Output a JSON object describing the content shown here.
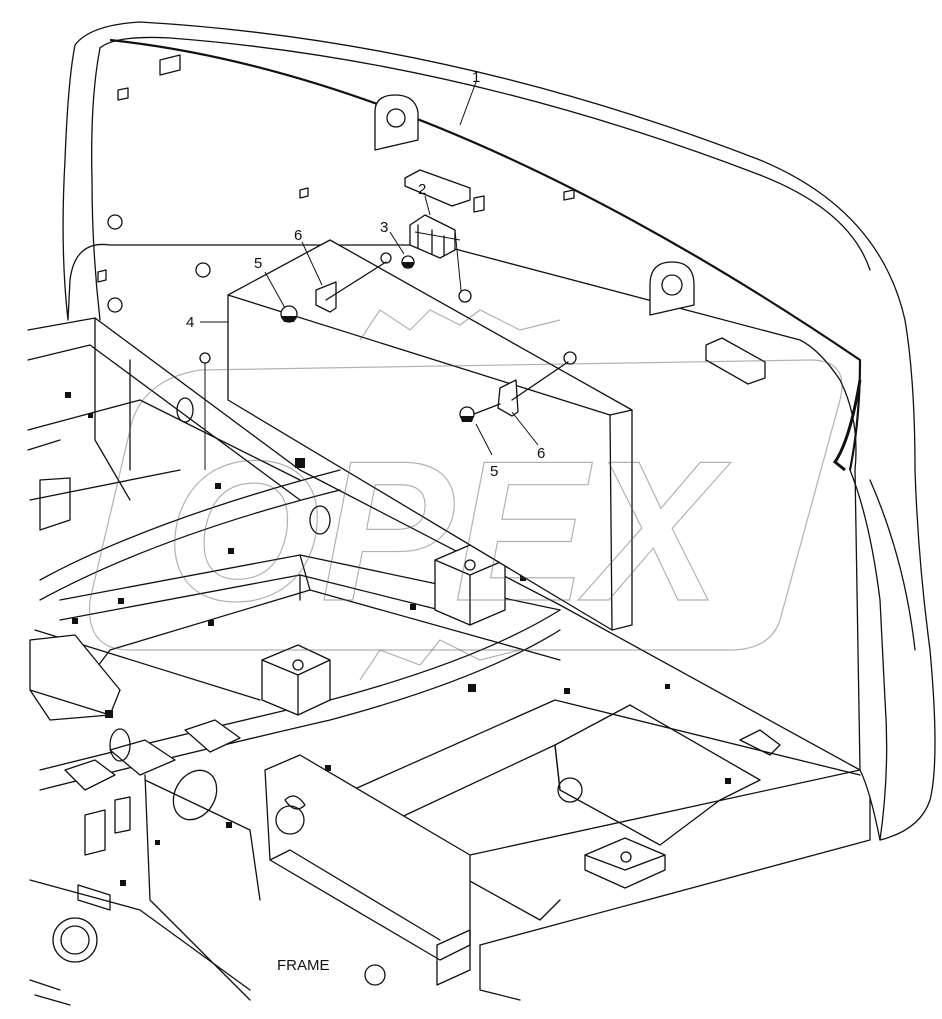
{
  "diagram": {
    "callouts": {
      "c1": "1",
      "c2": "2",
      "c3": "3",
      "c4": "4",
      "c5a": "5",
      "c5b": "5",
      "c6a": "6",
      "c6b": "6"
    },
    "frame_label": "FRAME",
    "watermark_text": "OPEX"
  }
}
